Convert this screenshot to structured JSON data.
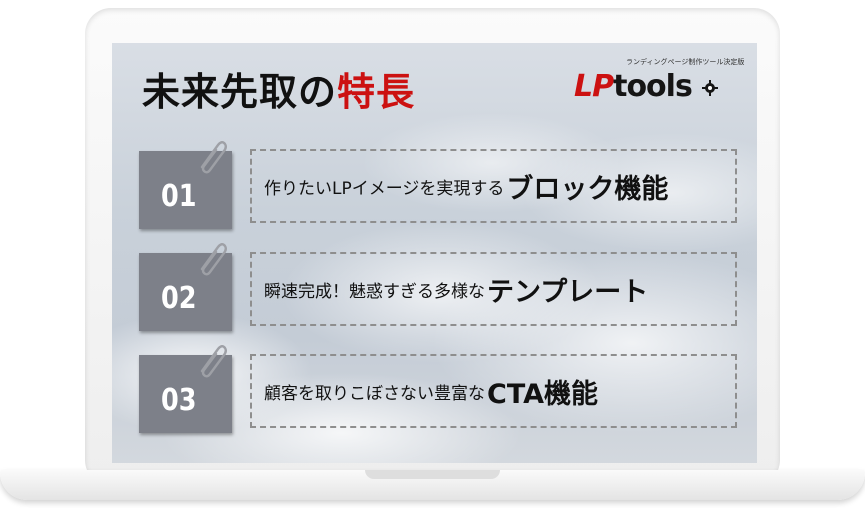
{
  "heading": {
    "main": "未来先取の",
    "accent": "特長"
  },
  "logo": {
    "tagline": "ランディングページ制作ツール決定版",
    "lp": "LP",
    "tools": "tools",
    "icon": "gear-icon"
  },
  "features": [
    {
      "number": "01",
      "lead": "作りたいLPイメージを実現する",
      "emphasis": "ブロック機能"
    },
    {
      "number": "02",
      "lead": "瞬速完成！魅惑すぎる多様な",
      "emphasis": "テンプレート"
    },
    {
      "number": "03",
      "lead": "顧客を取りこぼさない豊富な",
      "emphasis": "CTA機能"
    }
  ],
  "colors": {
    "accent": "#cc1111",
    "tag": "#7d8089",
    "text": "#111111"
  }
}
